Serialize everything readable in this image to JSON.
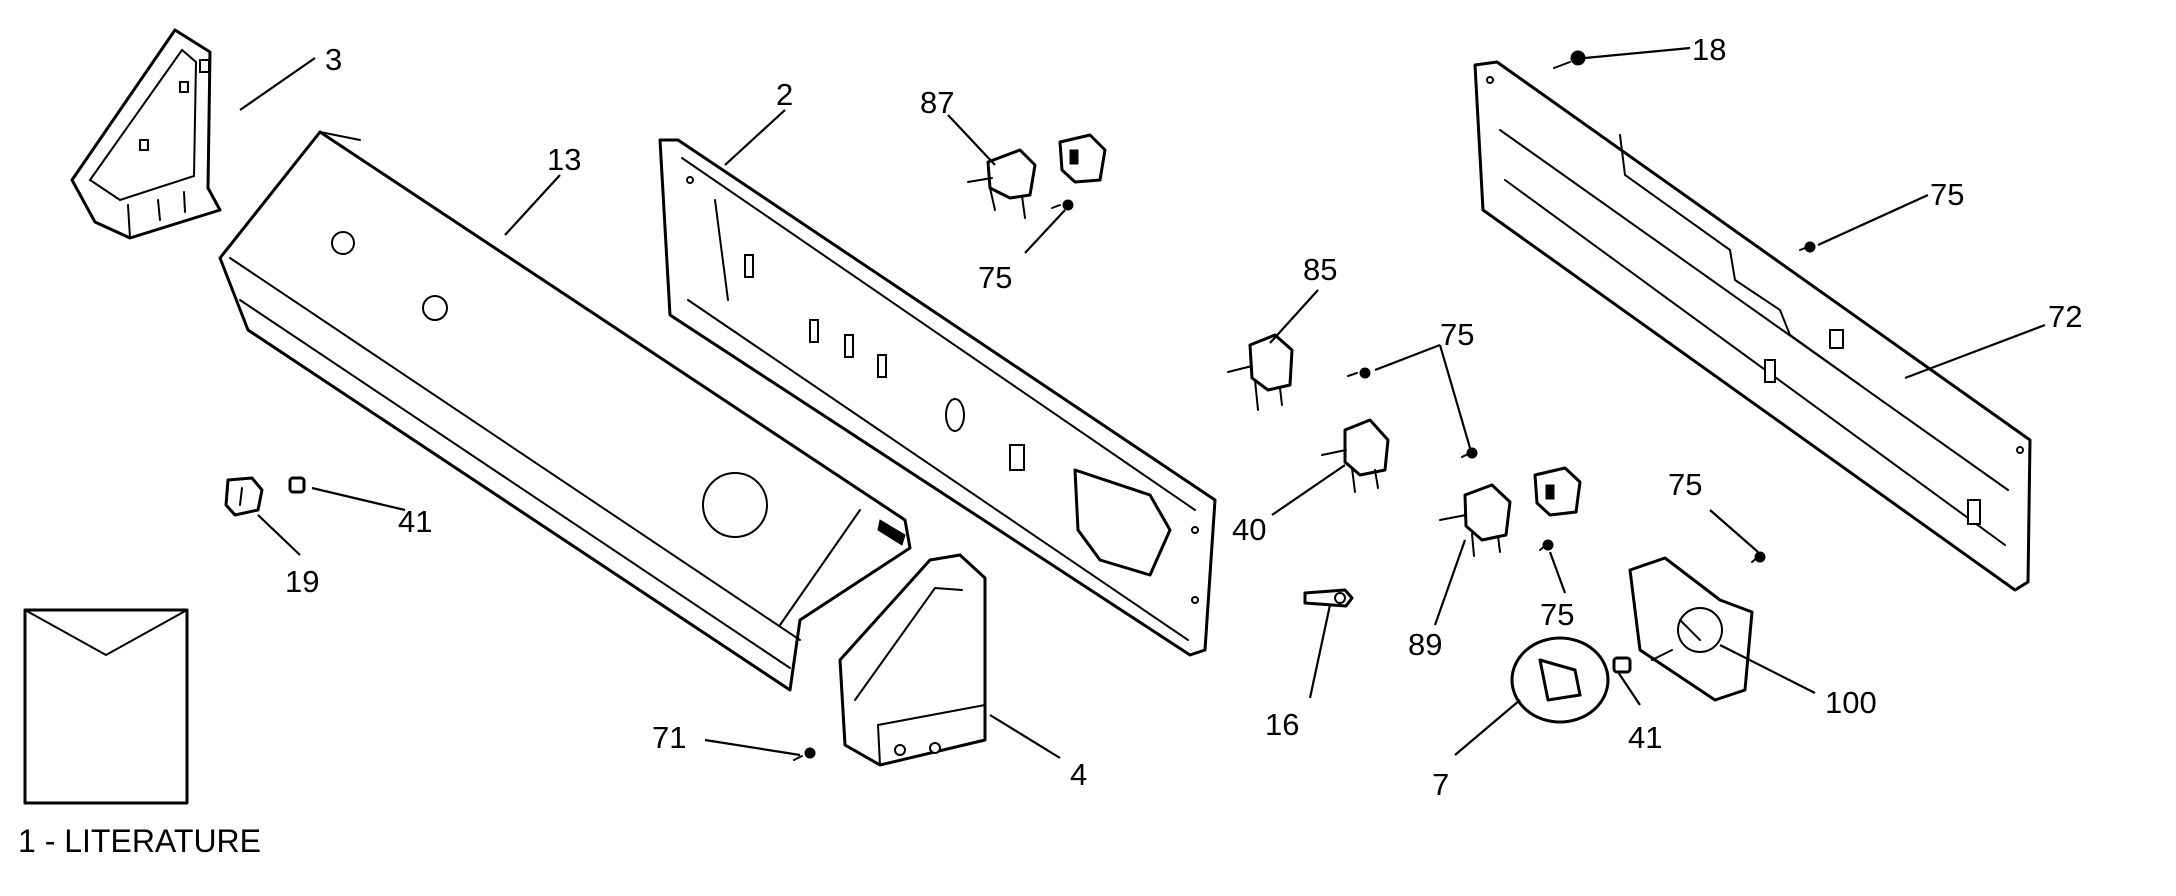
{
  "callouts": {
    "c3": "3",
    "c13": "13",
    "c2": "2",
    "c87": "87",
    "c75a": "75",
    "c85": "85",
    "c75b": "75",
    "c40": "40",
    "c89": "89",
    "c75c": "75",
    "c16": "16",
    "c18": "18",
    "c75d": "75",
    "c72": "72",
    "c75e": "75",
    "c100": "100",
    "c41a": "41",
    "c19": "19",
    "c41b": "41",
    "c71": "71",
    "c4": "4",
    "c7": "7"
  },
  "literature": {
    "label": "1 - LITERATURE"
  }
}
